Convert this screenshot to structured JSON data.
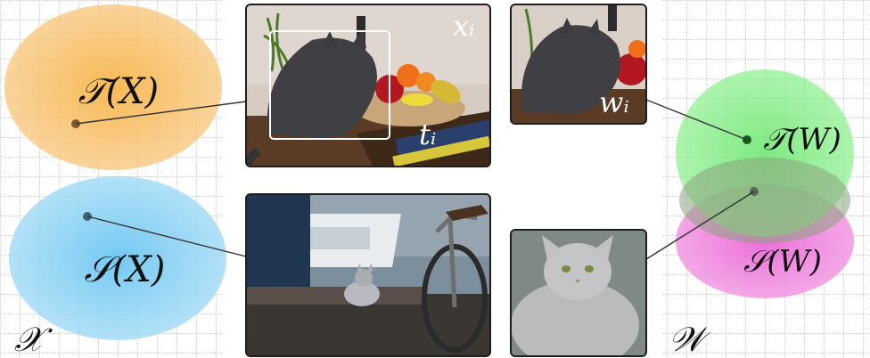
{
  "left_space": {
    "symbol": "𝒳",
    "regions": [
      {
        "label": "𝒯(X)",
        "color": "#f5a623"
      },
      {
        "label": "𝒮(X)",
        "color": "#3cb4f0"
      }
    ]
  },
  "photos": {
    "top_left": {
      "label_x": "xᵢ",
      "label_t": "tᵢ"
    },
    "top_right": {
      "label_w": "wᵢ"
    }
  },
  "right_space": {
    "symbol": "𝒲",
    "regions": [
      {
        "label": "𝒯(W)",
        "color": "#44d94a"
      },
      {
        "label": "𝒮(W)",
        "color": "#e94fd0"
      }
    ]
  }
}
